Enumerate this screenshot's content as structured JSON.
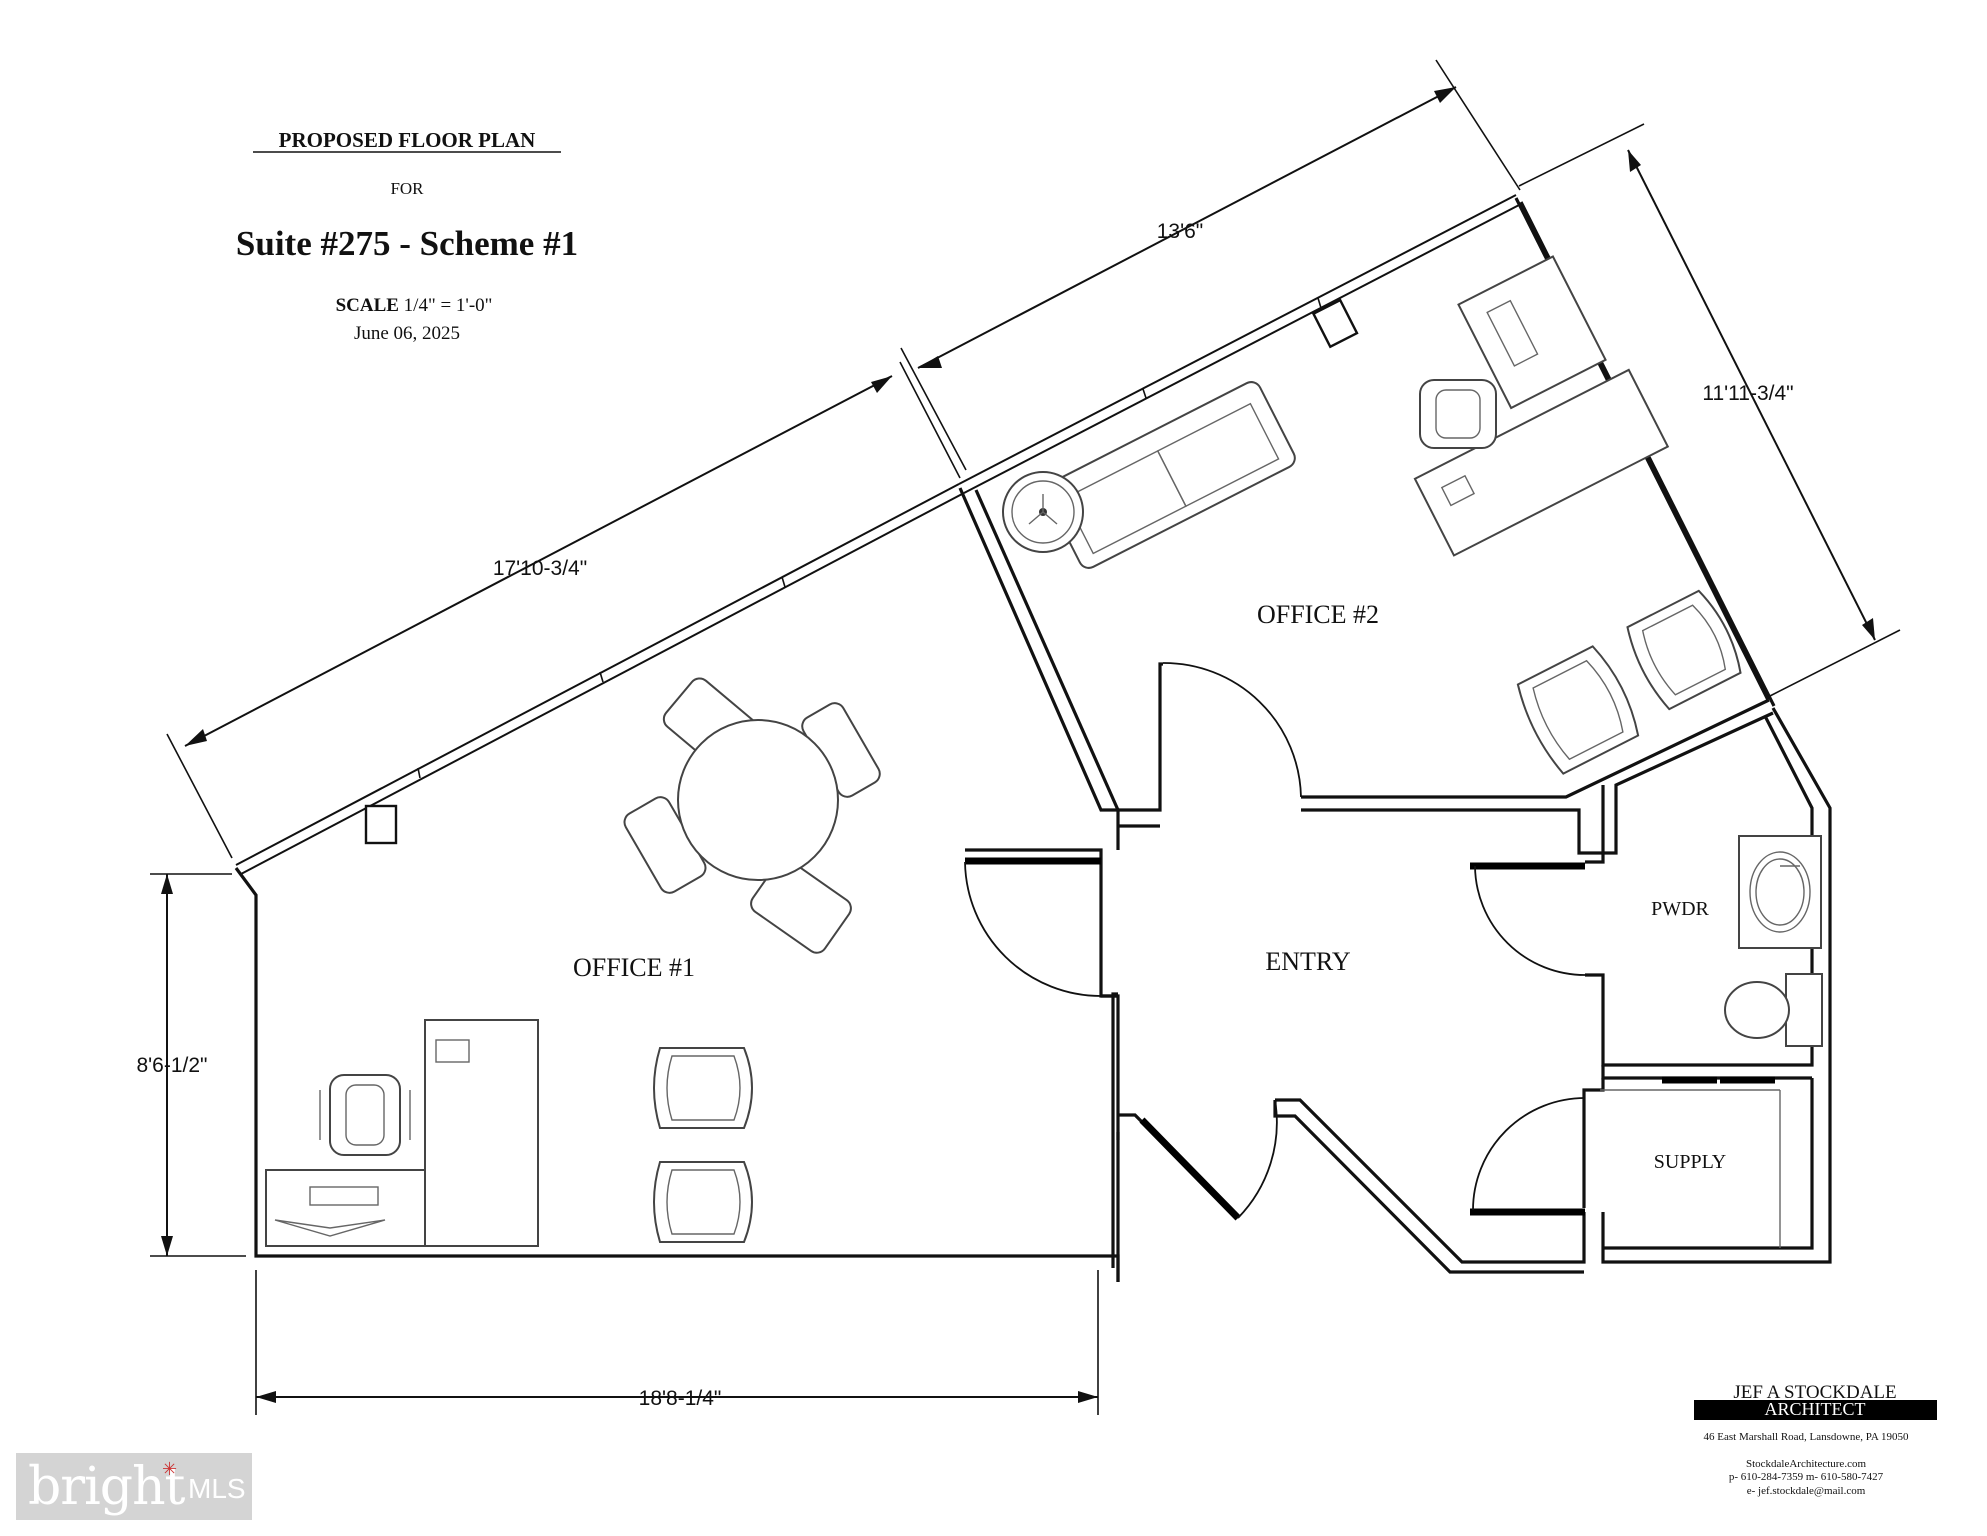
{
  "header": {
    "title": "PROPOSED FLOOR PLAN",
    "for": "FOR",
    "suite": "Suite #275 - Scheme #1",
    "scale_label": "SCALE",
    "scale_value": "1/4\" = 1'-0\"",
    "date": "June 06, 2025"
  },
  "rooms": {
    "office1": "OFFICE #1",
    "office2": "OFFICE #2",
    "entry": "ENTRY",
    "pwdr": "PWDR",
    "supply": "SUPPLY"
  },
  "dimensions": {
    "office1_top_wall": "17'10-3/4\"",
    "office2_top_wall": "13'6\"",
    "office2_right_wall": "11'11-3/4\"",
    "office1_left_wall": "8'6-1/2\"",
    "office1_bottom_wall": "18'8-1/4\""
  },
  "architect": {
    "name_line1": "JEF A STOCKDALE",
    "name_line2": "ARCHITECT",
    "address": "46 East Marshall Road, Lansdowne, PA 19050",
    "website": "StockdaleArchitecture.com",
    "phones": "p- 610-284-7359  m- 610-580-7427",
    "email": "e- jef.stockdale@mail.com"
  },
  "watermark": {
    "brand": "bright",
    "suffix": "MLS"
  }
}
